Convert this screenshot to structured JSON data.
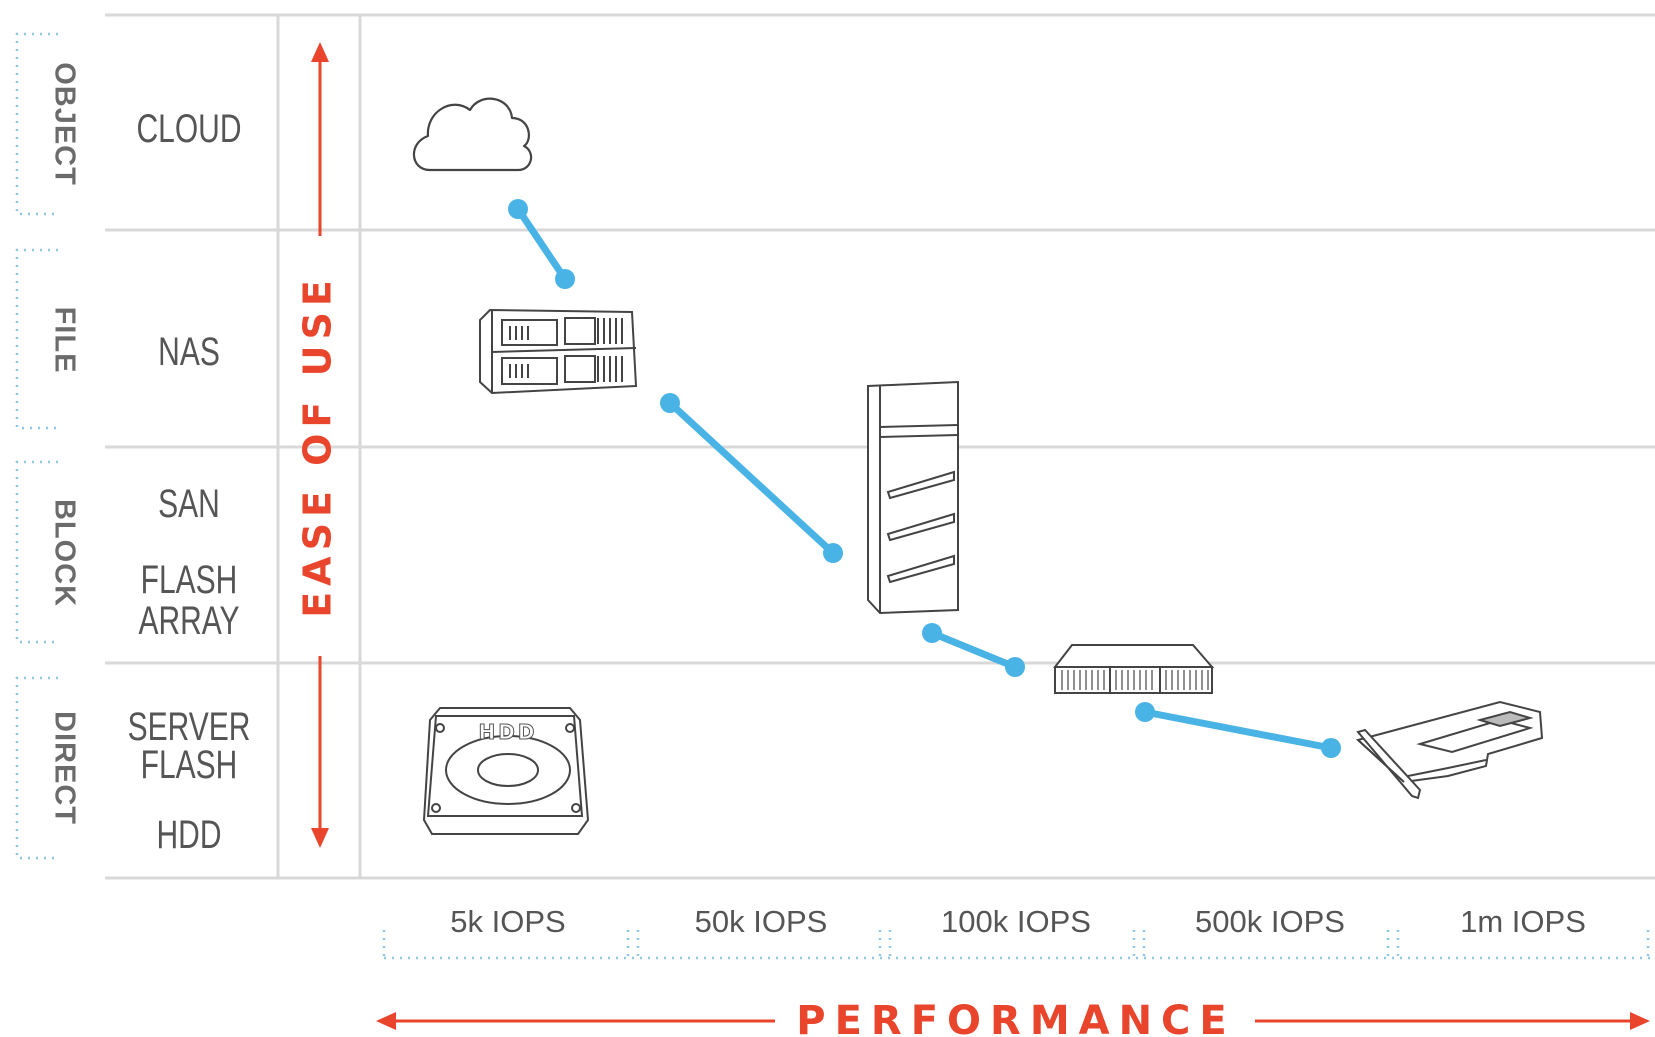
{
  "categories": [
    {
      "id": "object",
      "label": "OBJECT",
      "items": [
        "CLOUD"
      ]
    },
    {
      "id": "file",
      "label": "FILE",
      "items": [
        "NAS"
      ]
    },
    {
      "id": "block",
      "label": "BLOCK",
      "items": [
        "SAN",
        "FLASH",
        "ARRAY"
      ]
    },
    {
      "id": "direct",
      "label": "DIRECT",
      "items": [
        "SERVER",
        "FLASH",
        "HDD"
      ]
    }
  ],
  "y_axis": {
    "label": "EASE OF USE"
  },
  "x_axis": {
    "label": "PERFORMANCE",
    "ticks": [
      "5k IOPS",
      "50k IOPS",
      "100k IOPS",
      "500k IOPS",
      "1m IOPS"
    ]
  },
  "devices": [
    {
      "name": "cloud-icon",
      "label": "Cloud"
    },
    {
      "name": "nas-icon",
      "label": "NAS"
    },
    {
      "name": "san-tower-icon",
      "label": "SAN"
    },
    {
      "name": "flash-array-icon",
      "label": "Flash Array"
    },
    {
      "name": "pcie-flash-card-icon",
      "label": "Server Flash"
    },
    {
      "name": "hdd-icon",
      "label": "HDD",
      "printed_text": "HDD"
    }
  ],
  "colors": {
    "accent": "#e8452c",
    "connector": "#4ab3e6",
    "grid": "#d8d8d8",
    "text": "#555555",
    "dotted": "#8fc6e6"
  }
}
